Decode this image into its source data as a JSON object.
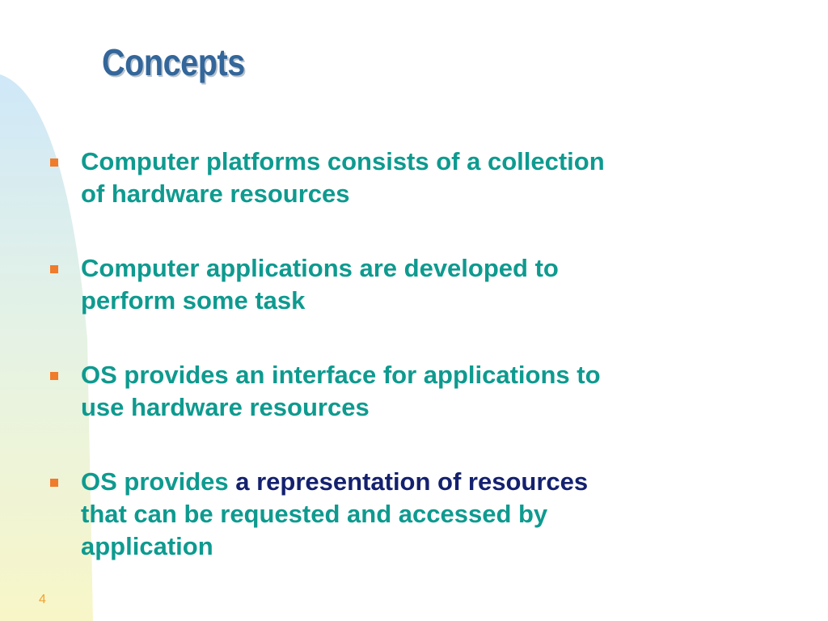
{
  "slide": {
    "title": "Concepts",
    "page_number": "4",
    "bullets": [
      {
        "lines": [
          "Computer platforms consists of a collection",
          "of hardware resources"
        ]
      },
      {
        "lines": [
          "Computer applications are developed to",
          "perform some task"
        ]
      },
      {
        "lines": [
          "OS provides an interface for applications to",
          "use hardware resources"
        ]
      },
      {
        "line1_plain": "OS provides",
        "line1_emphasis": "a representation of resources",
        "lines_rest": [
          "that can be requested and accessed by",
          "application"
        ]
      }
    ]
  },
  "colors": {
    "title": "#33669a",
    "body_text": "#0e9a8f",
    "emphasis_text": "#14216e",
    "bullet": "#f07b2a",
    "page_number": "#f0a030"
  }
}
